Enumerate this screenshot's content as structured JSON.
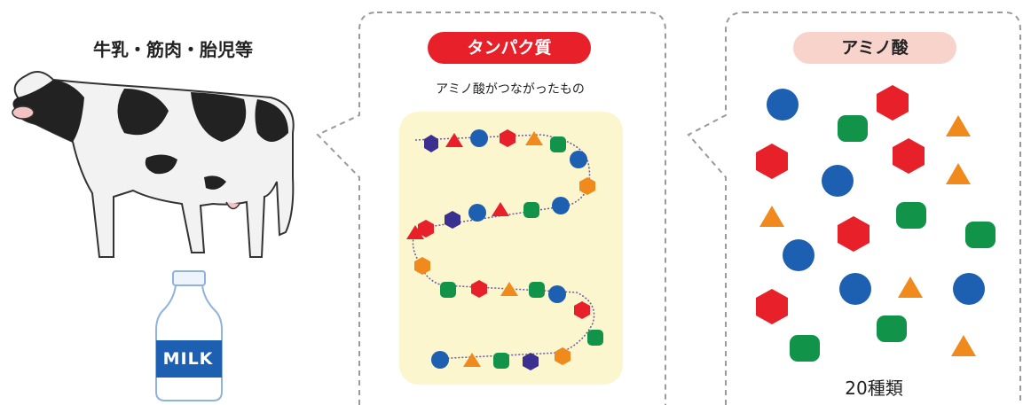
{
  "source_label": "牛乳・筋肉・胎児等",
  "milk_label": "MILK",
  "protein": {
    "label": "タンパク質",
    "description": "アミノ酸がつながったもの"
  },
  "amino_acid": {
    "label": "アミノ酸",
    "count_label": "20種類"
  },
  "colors": {
    "red": "#e8202a",
    "pink": "#f8d3cc",
    "blue": "#1d5fb0",
    "green": "#12934a",
    "orange": "#f08a1c",
    "purple": "#3b2f8f",
    "chain_bg": "#fcf6cf"
  }
}
